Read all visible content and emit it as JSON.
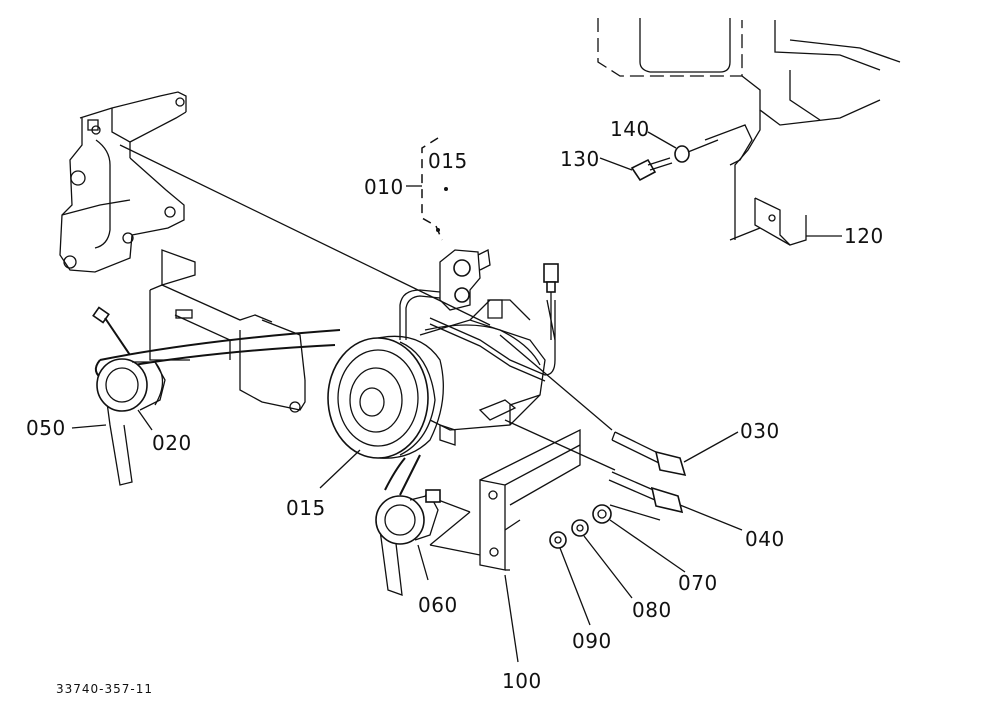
{
  "diagram_id": "33740-357-11",
  "labels": {
    "p010": "010",
    "p015_top": "015",
    "p015_bottom": "015",
    "p020": "020",
    "p030": "030",
    "p040": "040",
    "p050": "050",
    "p060": "060",
    "p070": "070",
    "p080": "080",
    "p090": "090",
    "p100": "100",
    "p120": "120",
    "p130": "130",
    "p140": "140"
  }
}
